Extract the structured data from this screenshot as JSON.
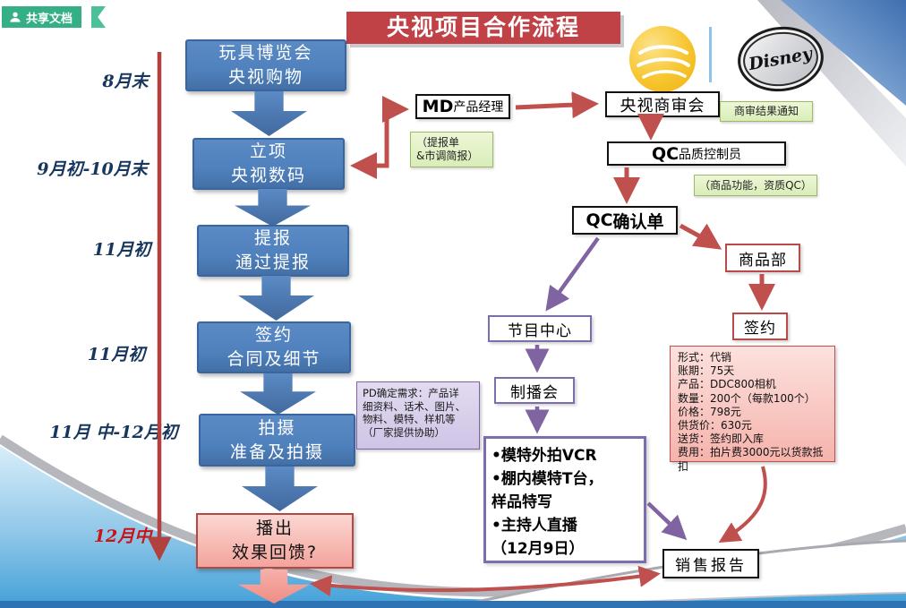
{
  "badge": {
    "label": "共享文档"
  },
  "title": "央视项目合作流程",
  "logos": {
    "disney_label": "Disney"
  },
  "timeline": {
    "labels": [
      {
        "text": "8月末"
      },
      {
        "text": "9月初-10月末"
      },
      {
        "text": "11月初"
      },
      {
        "text": "11月初"
      },
      {
        "text": "11月 中-12月初"
      },
      {
        "text": "12月中"
      }
    ]
  },
  "steps": [
    {
      "lines": [
        "玩具博览会",
        "央视购物"
      ]
    },
    {
      "lines": [
        "立项",
        "央视数码"
      ]
    },
    {
      "lines": [
        "提报",
        "通过提报"
      ]
    },
    {
      "lines": [
        "签约",
        "合同及细节"
      ]
    },
    {
      "lines": [
        "拍摄",
        "准备及拍摄"
      ]
    }
  ],
  "broadcast_box": {
    "lines": [
      "播出",
      "效果回馈?"
    ]
  },
  "md_box": {
    "prefix": "MD",
    "suffix": "产品经理"
  },
  "review_box": {
    "label": "央视商审会"
  },
  "qc_box": {
    "prefix": "QC",
    "suffix": "品质控制员"
  },
  "qc_confirm_box": {
    "prefix": "QC",
    "suffix": "确认单"
  },
  "merch_box": {
    "label": "商品部"
  },
  "sign_box": {
    "label": "签约"
  },
  "program_box": {
    "label": "节目中心"
  },
  "production_box": {
    "label": "制播会"
  },
  "sales_box": {
    "label": "销售报告"
  },
  "notes": {
    "submission": {
      "lines": [
        "（提报单",
        "&市调简报）"
      ]
    },
    "review_result": {
      "label": "商审结果通知"
    },
    "qc_scope": {
      "label": "（商品功能，资质QC）"
    },
    "pd_requirements": {
      "lines": [
        "PD确定需求：产品详",
        "细资料、话术、图片、",
        "物料、模特、样机等",
        "（厂家提供协助）"
      ]
    }
  },
  "deal_terms_box": {
    "lines": [
      "形式：代销",
      "账期：75天",
      "产品：DDC800相机",
      "数量：200个（每款100个）",
      "价格：798元",
      "供货价：630元",
      "送货：签约即入库",
      "费用：拍片费3000元以货款抵扣"
    ]
  },
  "shoot_box": {
    "lines": [
      "•模特外拍VCR",
      "•棚内模特T台，",
      "样品特写",
      "•主持人直播",
      "（12月9日）"
    ]
  },
  "colors": {
    "accent_blue": "#4f81bd",
    "arrow_red": "#c0504d",
    "arrow_purple": "#8064a2",
    "timeline_red": "#b0413e",
    "badge_green": "#35b086",
    "title_red": "#c04146",
    "note_green": "#e3f2c5",
    "note_purple": "#d8cdeb",
    "detail_pink": "#f8c3bd"
  }
}
